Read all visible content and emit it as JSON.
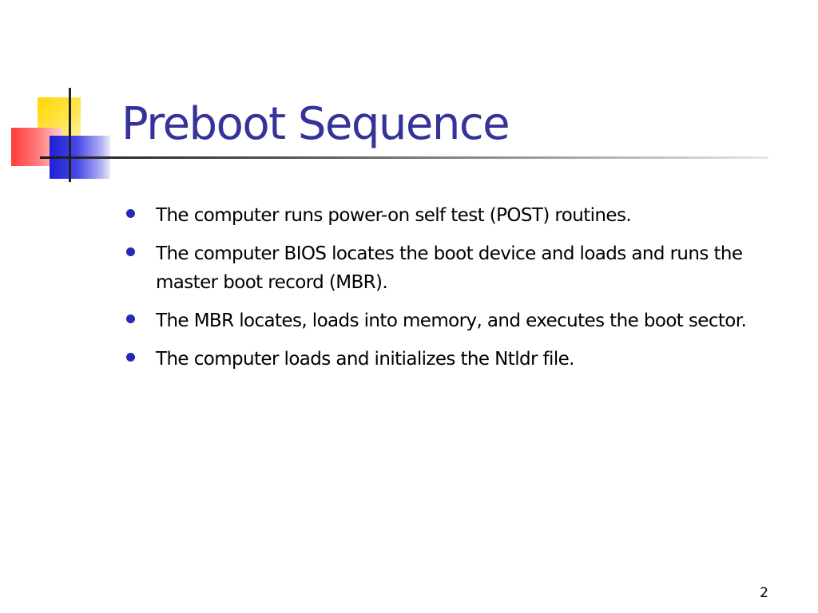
{
  "slide": {
    "title": "Preboot Sequence",
    "bullets": [
      "The computer runs power-on self test (POST) routines.",
      "The computer BIOS locates the boot device and loads and runs the master boot record (MBR).",
      "The MBR locates, loads into memory, and executes the boot sector.",
      "The computer loads and initializes the Ntldr file."
    ],
    "page_number": "2"
  },
  "colors": {
    "title": "#333399",
    "bullet_dot": "#2828b8",
    "deco_yellow": "#ffd700",
    "deco_red": "#ff3b3b",
    "deco_blue": "#1f1fd6"
  }
}
